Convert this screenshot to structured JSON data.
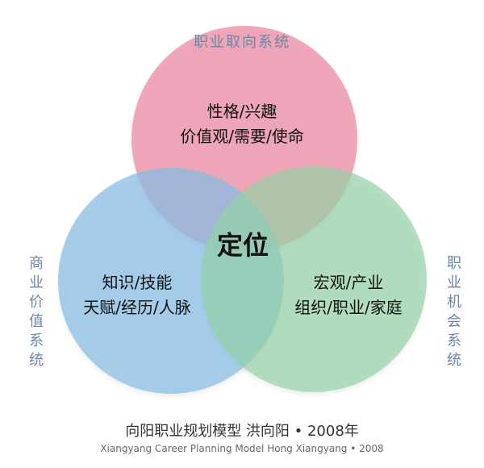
{
  "labels": {
    "top": "职业取向系统",
    "left": "商业价值系统",
    "right": "职业机会系统"
  },
  "circles": {
    "top": {
      "line1": "性格/兴趣",
      "line2": "价值观/需要/使命",
      "color": "#ec8fa7"
    },
    "left": {
      "line1": "知识/技能",
      "line2": "天赋/经历/人脉",
      "color": "#86bde4"
    },
    "right": {
      "line1": "宏观/产业",
      "line2": "组织/职业/家庭",
      "color": "#92d3a5"
    }
  },
  "center": {
    "text": "定位"
  },
  "caption": {
    "cn": "向阳职业规划模型 洪向阳 • 2008年",
    "en": "Xiangyang Career Planning Model   Hong Xiangyang • 2008"
  }
}
